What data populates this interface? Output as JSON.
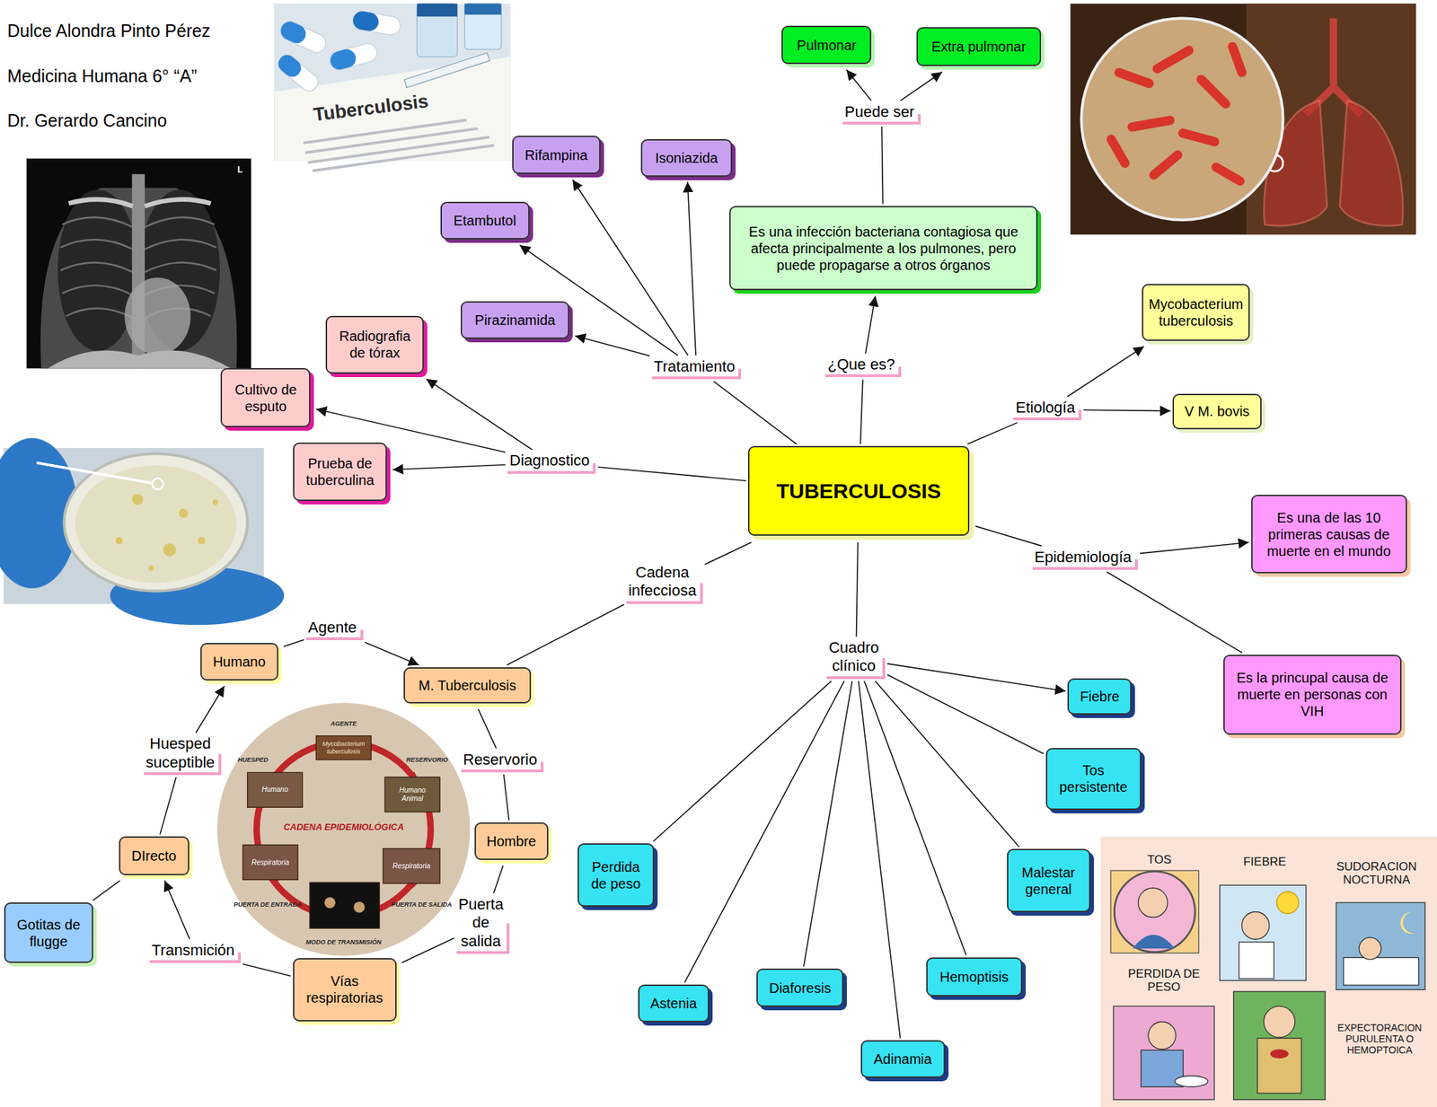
{
  "diagram": {
    "nodes": [
      {
        "text": [
          "TUBERCULOSIS"
        ]
      },
      {
        "text": [
          "¿Que es?"
        ]
      },
      {
        "text": [
          "Es una infección bacteriana contagiosa que afecta principalmente a los pulmones, pero puede propagarse a otros órganos"
        ]
      },
      {
        "text": [
          "Puede ser"
        ]
      },
      {
        "text": [
          "Pulmonar"
        ]
      },
      {
        "text": [
          "Extra pulmonar"
        ]
      },
      {
        "text": [
          "Tratamiento"
        ]
      },
      {
        "text": [
          "Rifampina"
        ]
      },
      {
        "text": [
          "Isoniazida"
        ]
      },
      {
        "text": [
          "Etambutol"
        ]
      },
      {
        "text": [
          "Pirazinamida"
        ]
      },
      {
        "text": [
          "Diagnostico"
        ]
      },
      {
        "text": [
          "Radiografia de tórax"
        ]
      },
      {
        "text": [
          "Cultivo de esputo"
        ]
      },
      {
        "text": [
          "Prueba de tuberculina"
        ]
      },
      {
        "text": [
          "Etiología"
        ]
      },
      {
        "text": [
          "Mycobacterium tuberculosis"
        ]
      },
      {
        "text": [
          "V M. bovis"
        ]
      },
      {
        "text": [
          "Epidemiología"
        ]
      },
      {
        "text": [
          "Es una de las 10 primeras causas de muerte en el mundo"
        ]
      },
      {
        "text": [
          "Es la princupal causa de muerte en personas con VIH"
        ]
      },
      {
        "text": [
          "Cuadro clínico"
        ]
      },
      {
        "text": [
          "Fiebre"
        ]
      },
      {
        "text": [
          "Tos persistente"
        ]
      },
      {
        "text": [
          "Malestar general"
        ]
      },
      {
        "text": [
          "Hemoptisis"
        ]
      },
      {
        "text": [
          "Adinamia"
        ]
      },
      {
        "text": [
          "Diaforesis"
        ]
      },
      {
        "text": [
          "Astenia"
        ]
      },
      {
        "text": [
          "Perdida de peso"
        ]
      },
      {
        "text": [
          "Cadena infecciosa"
        ]
      },
      {
        "text": [
          "M. Tuberculosis"
        ]
      },
      {
        "text": [
          "Reservorio"
        ]
      },
      {
        "text": [
          "Hombre"
        ]
      },
      {
        "text": [
          "Puerta de salida"
        ]
      },
      {
        "text": [
          "Vías respiratorias"
        ]
      },
      {
        "text": [
          "Transmición"
        ]
      },
      {
        "text": [
          "DIrecto"
        ]
      },
      {
        "text": [
          "Gotitas de flugge"
        ]
      },
      {
        "text": [
          "Huesped suceptible"
        ]
      },
      {
        "text": [
          "Humano"
        ]
      },
      {
        "text": [
          "Agente"
        ]
      }
    ],
    "edges": [
      {
        "from": 0,
        "to": 1,
        "arrow": "none"
      },
      {
        "from": 1,
        "to": 2,
        "arrow": "to"
      },
      {
        "from": 2,
        "to": 3,
        "arrow": "none"
      },
      {
        "from": 3,
        "to": 4,
        "arrow": "to"
      },
      {
        "from": 3,
        "to": 5,
        "arrow": "to"
      },
      {
        "from": 0,
        "to": 6,
        "arrow": "none"
      },
      {
        "from": 6,
        "to": 7,
        "arrow": "to"
      },
      {
        "from": 6,
        "to": 8,
        "arrow": "to"
      },
      {
        "from": 6,
        "to": 9,
        "arrow": "to"
      },
      {
        "from": 6,
        "to": 10,
        "arrow": "to"
      },
      {
        "from": 0,
        "to": 11,
        "arrow": "none"
      },
      {
        "from": 11,
        "to": 12,
        "arrow": "to"
      },
      {
        "from": 11,
        "to": 13,
        "arrow": "to"
      },
      {
        "from": 11,
        "to": 14,
        "arrow": "to"
      },
      {
        "from": 0,
        "to": 15,
        "arrow": "none"
      },
      {
        "from": 15,
        "to": 16,
        "arrow": "to"
      },
      {
        "from": 15,
        "to": 17,
        "arrow": "to"
      },
      {
        "from": 0,
        "to": 18,
        "arrow": "none"
      },
      {
        "from": 18,
        "to": 19,
        "arrow": "to"
      },
      {
        "from": 18,
        "to": 20,
        "arrow": "none"
      },
      {
        "from": 0,
        "to": 21,
        "arrow": "none"
      },
      {
        "from": 21,
        "to": 22,
        "arrow": "to"
      },
      {
        "from": 21,
        "to": 23,
        "arrow": "none"
      },
      {
        "from": 21,
        "to": 24,
        "arrow": "none"
      },
      {
        "from": 21,
        "to": 25,
        "arrow": "none"
      },
      {
        "from": 21,
        "to": 26,
        "arrow": "none"
      },
      {
        "from": 21,
        "to": 27,
        "arrow": "none"
      },
      {
        "from": 21,
        "to": 28,
        "arrow": "none"
      },
      {
        "from": 21,
        "to": 29,
        "arrow": "none"
      },
      {
        "from": 0,
        "to": 30,
        "arrow": "none"
      },
      {
        "from": 30,
        "to": 31,
        "arrow": "none"
      },
      {
        "from": 31,
        "to": 32,
        "arrow": "none"
      },
      {
        "from": 32,
        "to": 33,
        "arrow": "none"
      },
      {
        "from": 33,
        "to": 34,
        "arrow": "none"
      },
      {
        "from": 34,
        "to": 35,
        "arrow": "none"
      },
      {
        "from": 35,
        "to": 36,
        "arrow": "none"
      },
      {
        "from": 36,
        "to": 37,
        "arrow": "to"
      },
      {
        "from": 37,
        "to": 38,
        "arrow": "none"
      },
      {
        "from": 37,
        "to": 39,
        "arrow": "none"
      },
      {
        "from": 39,
        "to": 40,
        "arrow": "to"
      },
      {
        "from": 40,
        "to": 41,
        "arrow": "none"
      },
      {
        "from": 41,
        "to": 31,
        "arrow": "to"
      }
    ],
    "labels": [
      "Dulce Alondra Pinto Pérez",
      "Medicina Humana 6° “A”",
      "Dr. Gerardo Cancino",
      "Tuberculosis",
      "L",
      "AGENTE",
      "Mycobacterium tuberculosis",
      "HUESPED",
      "RESERVORIO",
      "Humano",
      "Humano Animal",
      "CADENA EPIDEMIOLÓGICA",
      "Respiratoria",
      "Respiratoria",
      "PUERTA DE ENTRADA",
      "PUERTA DE SALIDA",
      "MODO DE TRANSMISIÓN",
      "TOS",
      "FIEBRE",
      "SUDORACION NOCTURNA",
      "PERDIDA DE PESO",
      "EXPECTORACION PURULENTA O HEMOPTOICA"
    ]
  }
}
